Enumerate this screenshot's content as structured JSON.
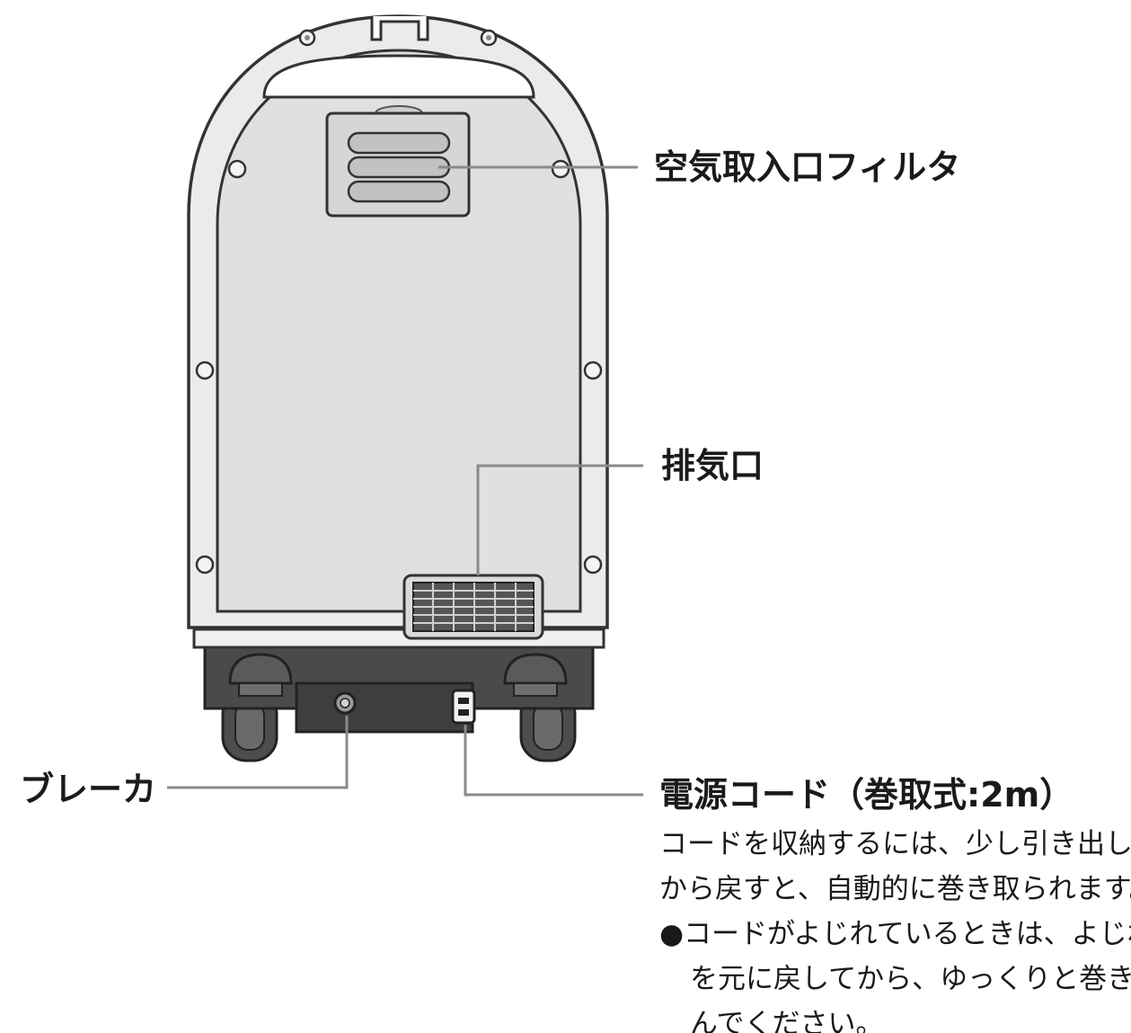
{
  "labels": {
    "air_filter": "空気取入口フィルタ",
    "exhaust": "排気口",
    "breaker": "ブレーカ",
    "power_cord": "電源コード（巻取式:2m）"
  },
  "description": {
    "line1": "コードを収納するには、少し引き出して",
    "line2": "から戻すと、自動的に巻き取られます。",
    "note_line1": "●コードがよじれているときは、よじれ",
    "note_line2": "を元に戻してから、ゆっくりと巻き込",
    "note_line3": "んでください。"
  },
  "colors": {
    "body_fill": "#e3e3e3",
    "body_outline": "#3a3a3a",
    "base_dark": "#4a4a4a",
    "leader_line": "#8a8a8a"
  }
}
